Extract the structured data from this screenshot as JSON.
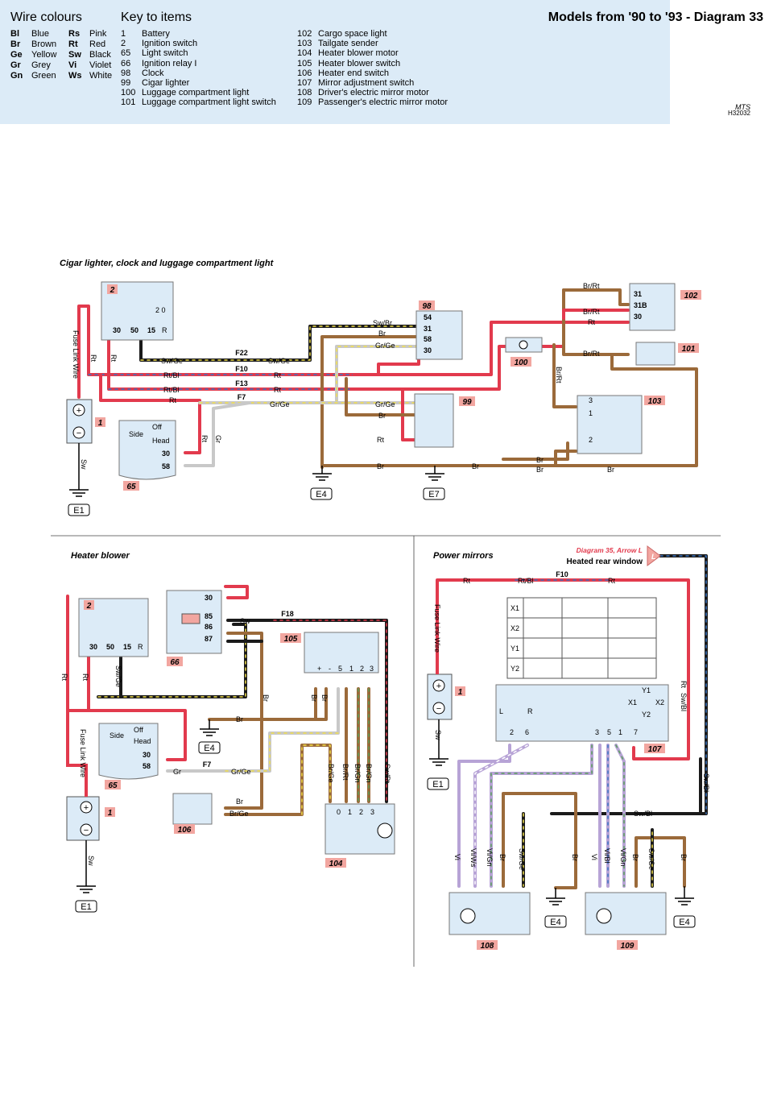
{
  "legend": {
    "wire_colours_title": "Wire colours",
    "key_title": "Key to items",
    "diagram_title": "Models from '90 to '93 - Diagram 33",
    "mts": "MTS",
    "code": "H32032",
    "colours": [
      {
        "c1": "Bl",
        "n1": "Blue",
        "c2": "Rs",
        "n2": "Pink"
      },
      {
        "c1": "Br",
        "n1": "Brown",
        "c2": "Rt",
        "n2": "Red"
      },
      {
        "c1": "Ge",
        "n1": "Yellow",
        "c2": "Sw",
        "n2": "Black"
      },
      {
        "c1": "Gr",
        "n1": "Grey",
        "c2": "Vi",
        "n2": "Violet"
      },
      {
        "c1": "Gn",
        "n1": "Green",
        "c2": "Ws",
        "n2": "White"
      }
    ],
    "items_left": [
      {
        "num": "1",
        "name": "Battery"
      },
      {
        "num": "2",
        "name": "Ignition switch"
      },
      {
        "num": "65",
        "name": "Light switch"
      },
      {
        "num": "66",
        "name": "Ignition relay I"
      },
      {
        "num": "98",
        "name": "Clock"
      },
      {
        "num": "99",
        "name": "Cigar lighter"
      },
      {
        "num": "100",
        "name": "Luggage compartment light"
      },
      {
        "num": "101",
        "name": "Luggage compartment light switch"
      }
    ],
    "items_right": [
      {
        "num": "102",
        "name": "Cargo space light"
      },
      {
        "num": "103",
        "name": "Tailgate sender"
      },
      {
        "num": "104",
        "name": "Heater blower motor"
      },
      {
        "num": "105",
        "name": "Heater blower switch"
      },
      {
        "num": "106",
        "name": "Heater end switch"
      },
      {
        "num": "107",
        "name": "Mirror adjustment switch"
      },
      {
        "num": "108",
        "name": "Driver's electric mirror motor"
      },
      {
        "num": "109",
        "name": "Passenger's electric mirror motor"
      }
    ]
  },
  "sections": {
    "top": "Cigar lighter, clock and luggage compartment light",
    "heater": "Heater blower",
    "mirrors": "Power mirrors"
  },
  "colors": {
    "red": "#e23a4d",
    "brown": "#9b6a3a",
    "black": "#1a1a1a",
    "grey": "#c8c8c8",
    "yellow": "#f2e04a",
    "blue": "#3a76c4",
    "violet": "#b7a3d6",
    "green": "#5aa05a",
    "white": "#ffffff",
    "component": "#dcebf7",
    "tag": "#f2a6a0"
  },
  "tags": {
    "t1": "1",
    "t2": "2",
    "t65": "65",
    "t98": "98",
    "t99": "99",
    "t100": "100",
    "t101": "101",
    "t102": "102",
    "t103": "103",
    "t104": "104",
    "t105": "105",
    "t106": "106",
    "t66": "66",
    "t107": "107",
    "t108": "108",
    "t109": "109"
  },
  "grounds": {
    "e1": "E1",
    "e4": "E4",
    "e7": "E7"
  },
  "fuses": {
    "f22": "F22",
    "f10": "F10",
    "f13": "F13",
    "f7": "F7",
    "f18": "F18"
  },
  "wires": {
    "rt": "Rt",
    "rtbl": "Rt/Bl",
    "swge": "Sw/Ge",
    "swbr": "Sw/Br",
    "br": "Br",
    "grge": "Gr/Ge",
    "gr": "Gr",
    "sw": "Sw",
    "brrt": "Br/Rt",
    "fuselink": "Fuse Link Wire",
    "brge": "Br/Ge",
    "brgn": "Br/Gn",
    "swrt": "Sw/Rt",
    "swbl": "Sw/Bl",
    "vi": "Vi",
    "viws": "Vi/Ws",
    "vign": "Vi/Gn",
    "vibl": "Vi/Bl"
  },
  "pins": {
    "p30": "30",
    "p50": "50",
    "p15": "15",
    "pr": "R",
    "p31": "31",
    "p20": "2 0",
    "p54": "54",
    "p58": "58",
    "p85": "85",
    "p86": "86",
    "p87": "87",
    "p31b": "31B",
    "p1": "1",
    "p2": "2",
    "p3": "3",
    "p5": "5",
    "p6": "6",
    "p7": "7",
    "p0": "0",
    "plus": "+",
    "minus": "-",
    "x1": "X1",
    "x2": "X2",
    "y1": "Y1",
    "y2": "Y2",
    "pl": "L",
    "pR": "R"
  },
  "switch_labels": {
    "off": "Off",
    "side": "Side",
    "head": "Head"
  },
  "cross_ref": {
    "diagram": "Diagram 35, Arrow L",
    "label": "Heated rear window",
    "arrow": "L"
  },
  "matrix_rows": [
    "X1",
    "X2",
    "Y1",
    "Y2"
  ]
}
